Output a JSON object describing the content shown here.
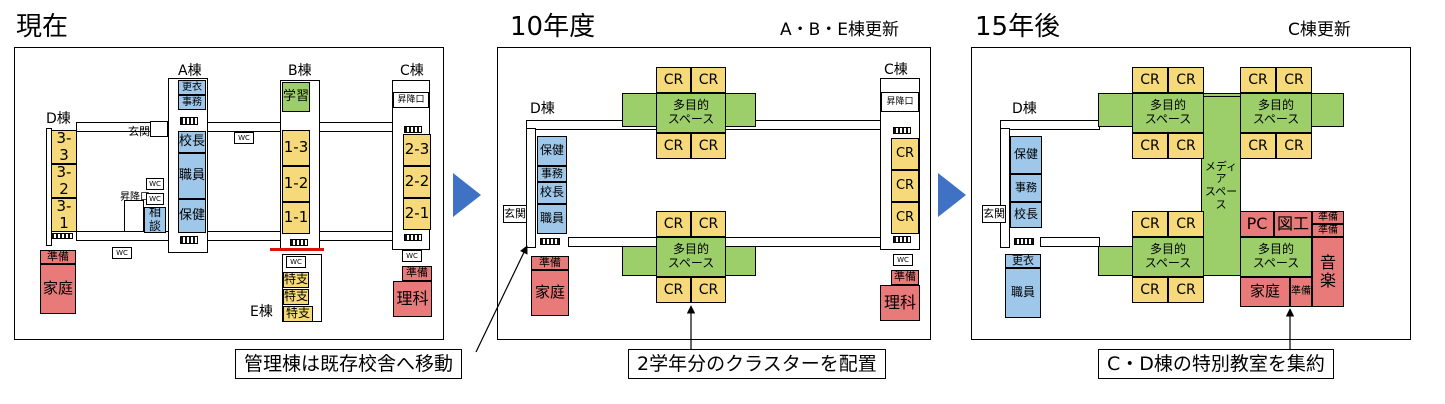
{
  "panels": {
    "current": {
      "title": "現在",
      "wing_labels": {
        "a": "A棟",
        "b": "B棟",
        "c": "C棟",
        "d": "D棟",
        "e": "E棟"
      },
      "rooms": {
        "d_33": "3-3",
        "d_32": "3-2",
        "d_31": "3-1",
        "d_junbi": "準備",
        "d_katei": "家庭",
        "a_koui": "更衣",
        "a_jimu": "事務",
        "a_kocho": "校長",
        "a_shokuin": "職員",
        "a_hoken": "保健",
        "a_sodan": "相談",
        "genkan": "玄関",
        "shokoguchi": "昇降口",
        "b_gakushu": "学習",
        "b_13": "1-3",
        "b_12": "1-2",
        "b_11": "1-1",
        "e_tokushi1": "特支",
        "e_tokushi2": "特支",
        "e_tokushi3": "特支",
        "c_shokoguchi": "昇降口",
        "c_23": "2-3",
        "c_22": "2-2",
        "c_21": "2-1",
        "c_junbi": "準備",
        "c_rika": "理科",
        "wc": "WC"
      }
    },
    "year10": {
      "title": "10年度",
      "subtitle": "A・B・E棟更新",
      "wing_labels": {
        "c": "C棟",
        "d": "D棟"
      },
      "rooms": {
        "cr": "CR",
        "tamokuteki": "多目的\nスペース",
        "d_hoken": "保健",
        "d_jimu": "事務",
        "d_kocho": "校長",
        "d_shokuin": "職員",
        "genkan": "玄関",
        "d_junbi": "準備",
        "d_katei": "家庭",
        "c_shokoguchi": "昇降口",
        "c_junbi": "準備",
        "c_rika": "理科",
        "wc": "WC"
      }
    },
    "year15": {
      "title": "15年後",
      "subtitle": "C棟更新",
      "wing_labels": {
        "d": "D棟"
      },
      "rooms": {
        "cr": "CR",
        "tamokuteki": "多目的\nスペース",
        "media": "メディア\nスペース",
        "d_hoken": "保健",
        "d_jimu": "事務",
        "d_kocho": "校長",
        "d_koui": "更衣",
        "d_shokuin": "職員",
        "genkan": "玄関",
        "pc": "PC",
        "zuko": "図工",
        "junbi": "準備",
        "ongaku": "音楽",
        "katei": "家庭"
      }
    }
  },
  "callouts": {
    "admin": "管理棟は既存校舎へ移動",
    "cluster": "2学年分のクラスターを配置",
    "special": "C・D棟の特別教室を集約"
  },
  "colors": {
    "classroom": "#f5d97a",
    "admin": "#9ec7ea",
    "multipurpose": "#9ccf6a",
    "special": "#e97a7a",
    "arrow": "#3f72c4",
    "demolition_line": "#e01010"
  }
}
